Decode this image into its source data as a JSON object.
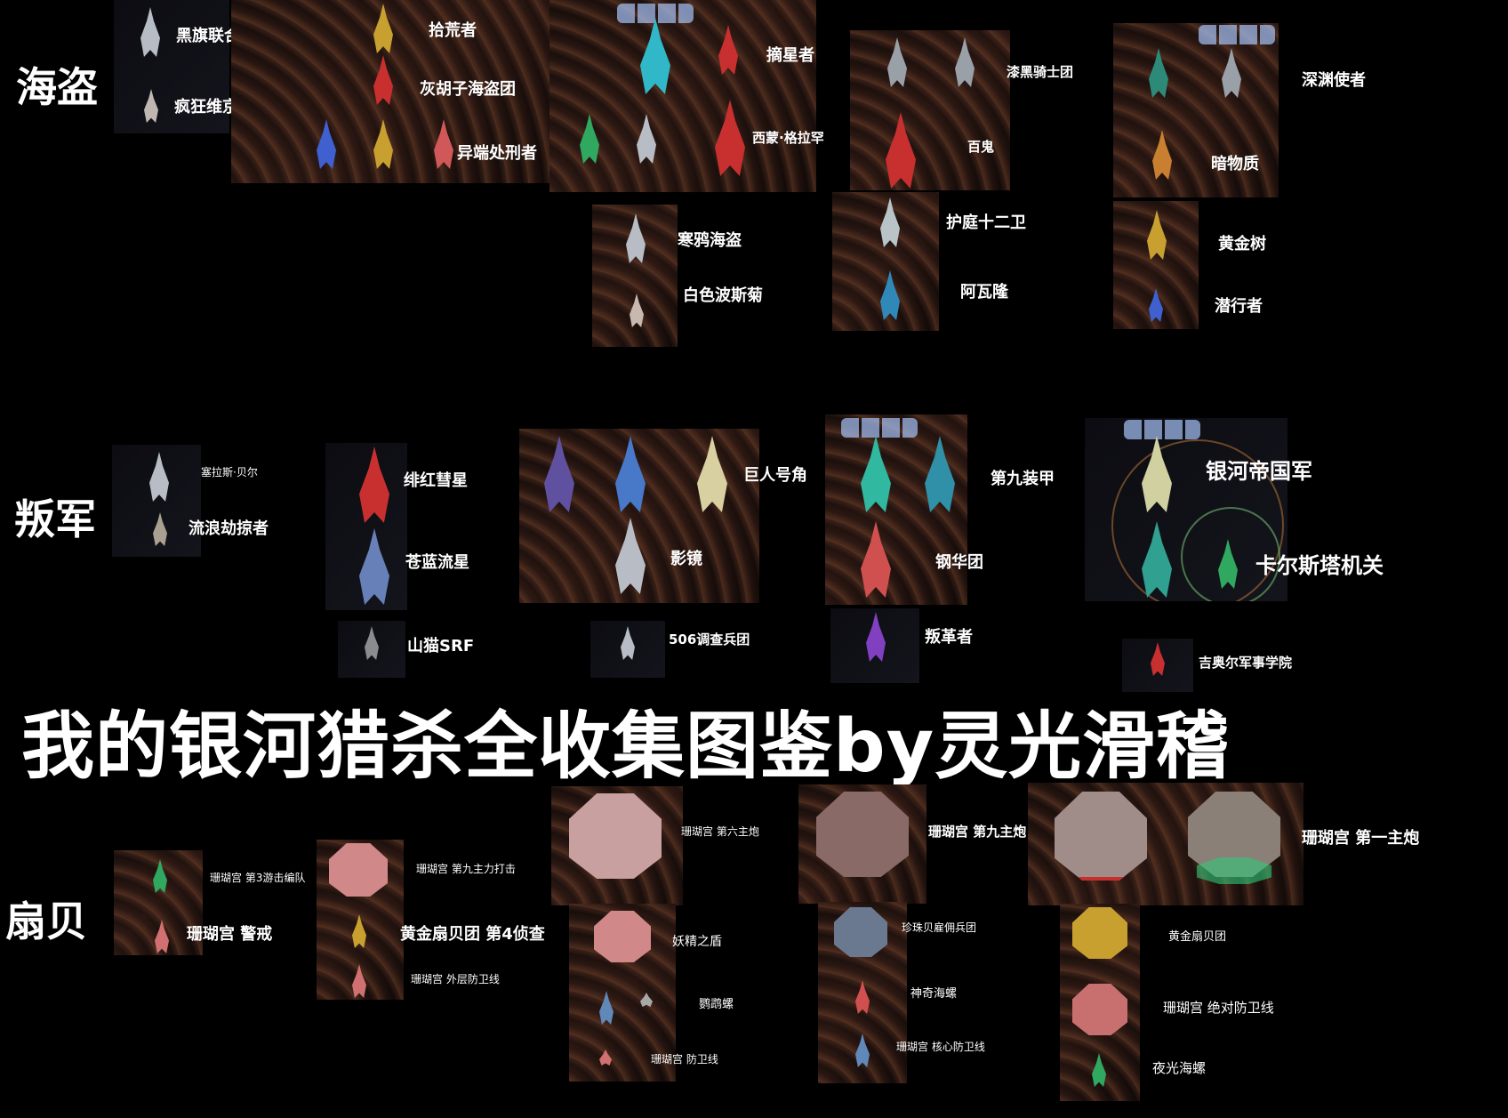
{
  "main_title": "我的银河猎杀全收集图鉴by灵光滑稽",
  "sections": {
    "pirates": "海盗",
    "rebels": "叛军",
    "scallop": "扇贝"
  },
  "pirates": {
    "heiqi": "黑旗联合",
    "fengkuang": "疯狂维京人",
    "shihuang": "拾荒者",
    "huihuzi": "灰胡子海盗团",
    "yiduan": "异端处刑者",
    "zhaixing": "摘星者",
    "ximeng": "西蒙·格拉罕",
    "qihei": "漆黑骑士团",
    "baigui": "百鬼",
    "shenyuan": "深渊使者",
    "anwuzhi": "暗物质",
    "hanya": "寒鸦海盗",
    "baise": "白色波斯菊",
    "huting": "护庭十二卫",
    "awalong": "阿瓦隆",
    "huangjinshu": "黄金树",
    "qianxing": "潜行者"
  },
  "rebels": {
    "sailasi": "塞拉斯·贝尔",
    "liulang": "流浪劫掠者",
    "feihong": "绯红彗星",
    "canglan": "苍蓝流星",
    "shanmao": "山猫SRF",
    "juren": "巨人号角",
    "yingjing": "影镜",
    "diaocha": "506调查兵团",
    "dijiu": "第九装甲",
    "ganghua": "钢华团",
    "pange": "叛革者",
    "yinhe": "银河帝国军",
    "kaersi": "卡尔斯塔机关",
    "jiaoer": "吉奥尔军事学院"
  },
  "scallop": {
    "youji3": "珊瑚宫 第3游击编队",
    "jingjie": "珊瑚宫 警戒",
    "zhuli9": "珊瑚宫 第九主力打击",
    "huangjin4": "黄金扇贝团 第4侦查",
    "waiceng": "珊瑚宫 外层防卫线",
    "zhupao6": "珊瑚宫 第六主炮",
    "zhupao9": "珊瑚宫 第九主炮",
    "zhupao1": "珊瑚宫 第一主炮",
    "yaojing": "妖精之盾",
    "yingwuluo": "鹦鹉螺",
    "fangwei": "珊瑚宫 防卫线",
    "zhenzhu": "珍珠贝雇佣兵团",
    "shenqi": "神奇海螺",
    "hexin": "珊瑚宫 核心防卫线",
    "huangjintuan": "黄金扇贝团",
    "juedui": "珊瑚宫 绝对防卫线",
    "yeguang": "夜光海螺"
  },
  "colors": {
    "caption": "#d8c060",
    "ship_silver": "#b8bcc4",
    "ship_red": "#c83030",
    "ship_cyan": "#30b8c8",
    "ship_gold": "#c8a030",
    "ship_blue": "#4060d0",
    "ship_purple": "#8040c0",
    "ship_green": "#30a860",
    "base_pink": "#c88a8a",
    "base_gray": "#8a8078",
    "base_green": "#30c878"
  }
}
